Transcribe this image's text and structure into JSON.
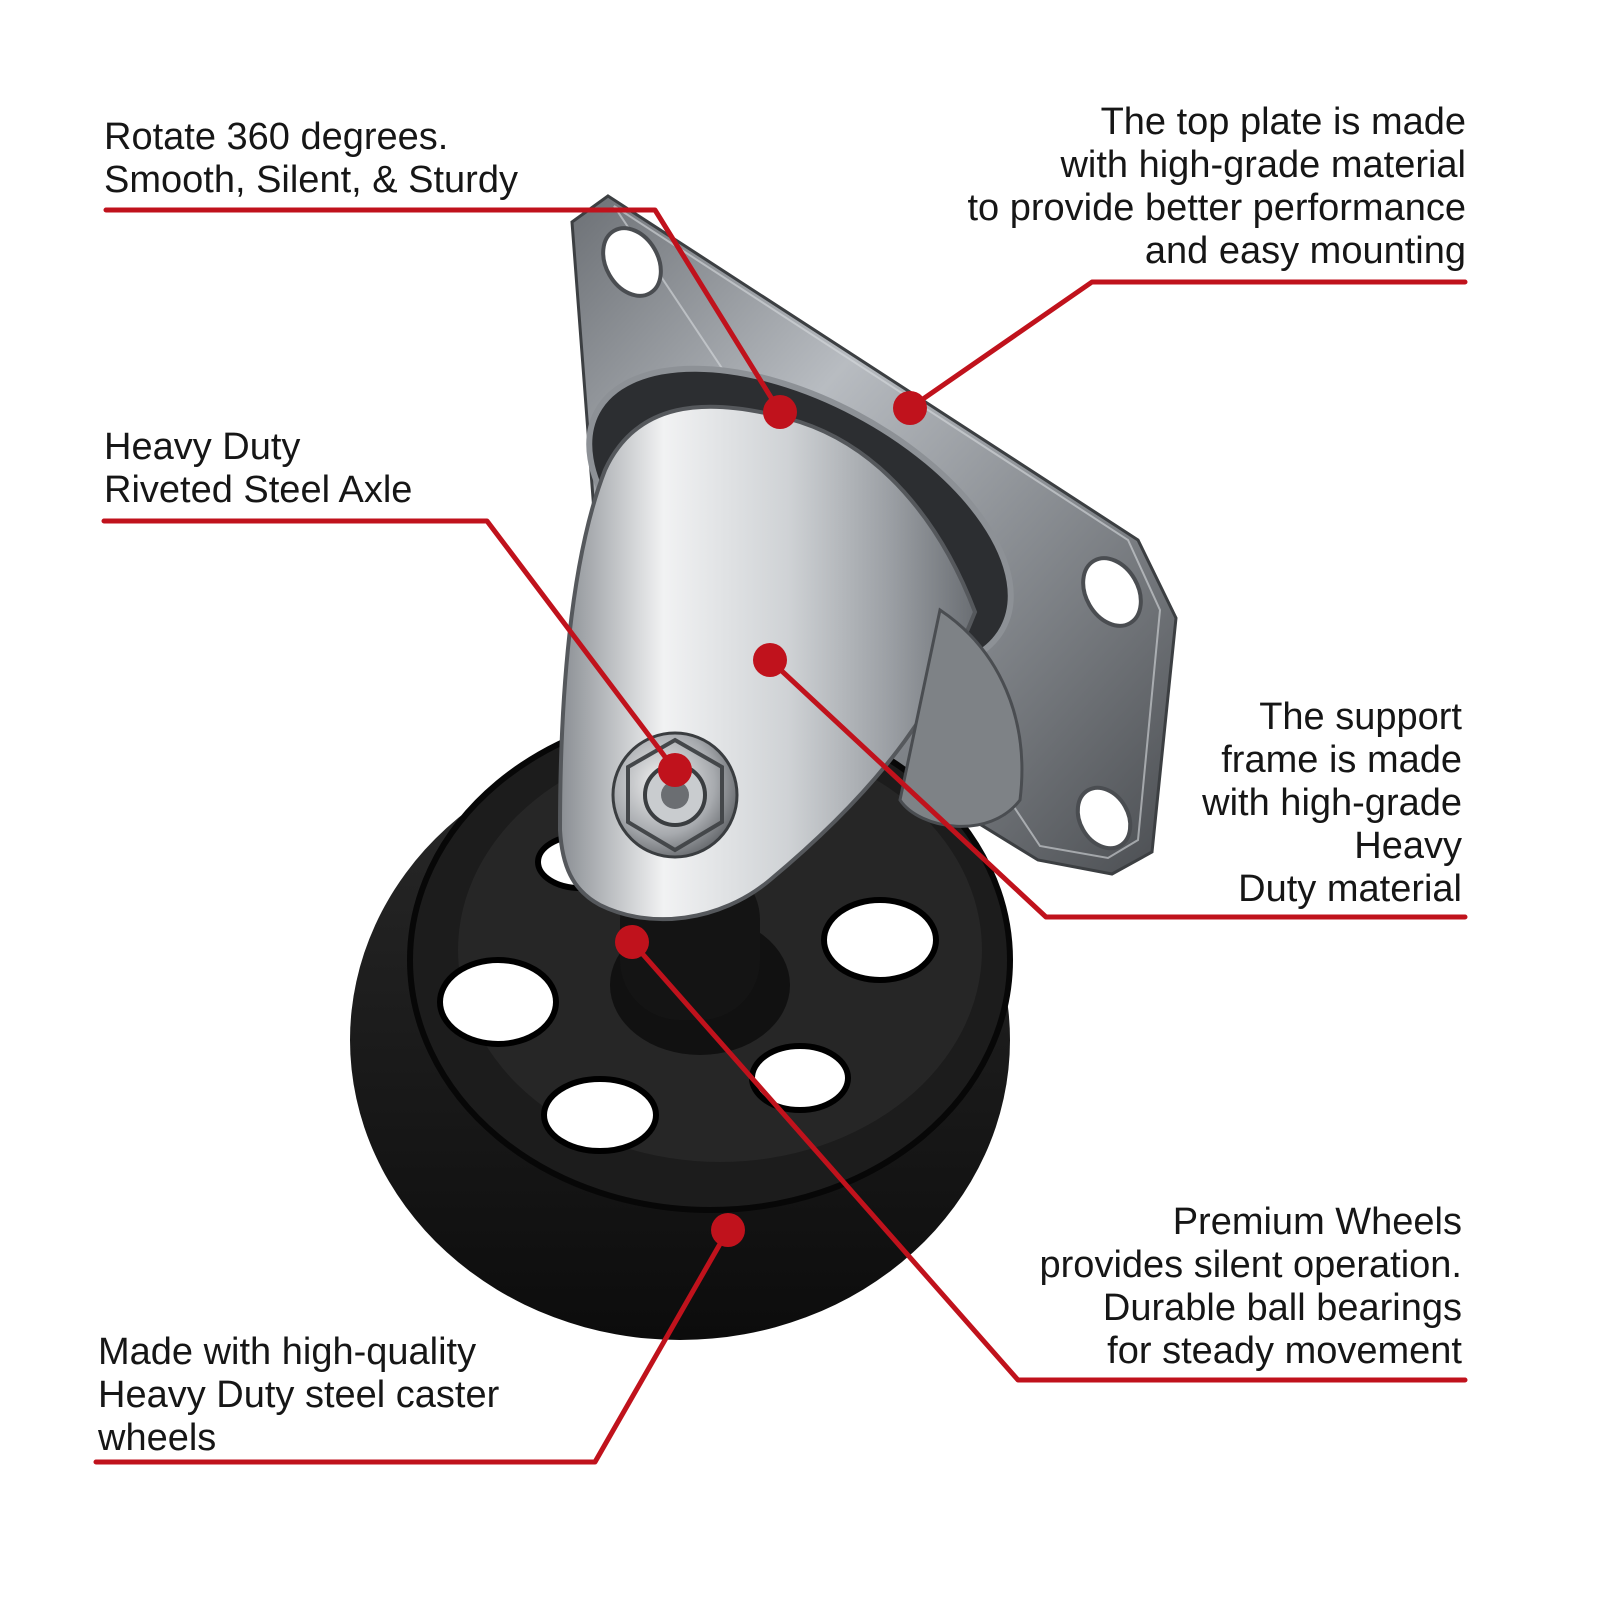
{
  "colors": {
    "accent": "#c0121c",
    "text": "#161616",
    "background": "#ffffff",
    "steel": "#b9bcc0",
    "wheel": "#151515"
  },
  "callouts": {
    "rotate": {
      "lines": [
        "Rotate 360 degrees.",
        "Smooth, Silent, & Sturdy"
      ]
    },
    "top_plate": {
      "lines": [
        "The top plate is made",
        "with high-grade material",
        "to provide better performance",
        "and easy mounting"
      ]
    },
    "axle": {
      "lines": [
        "Heavy Duty",
        "Riveted Steel Axle"
      ]
    },
    "support_frame": {
      "lines": [
        "The support",
        "frame is made",
        "with high-grade",
        "Heavy",
        "Duty material"
      ]
    },
    "premium_wheels": {
      "lines": [
        "Premium Wheels",
        "provides silent operation.",
        "Durable ball bearings",
        "for steady movement"
      ]
    },
    "steel_wheels": {
      "lines": [
        "Made with high-quality",
        "Heavy Duty steel caster",
        "wheels"
      ]
    }
  }
}
